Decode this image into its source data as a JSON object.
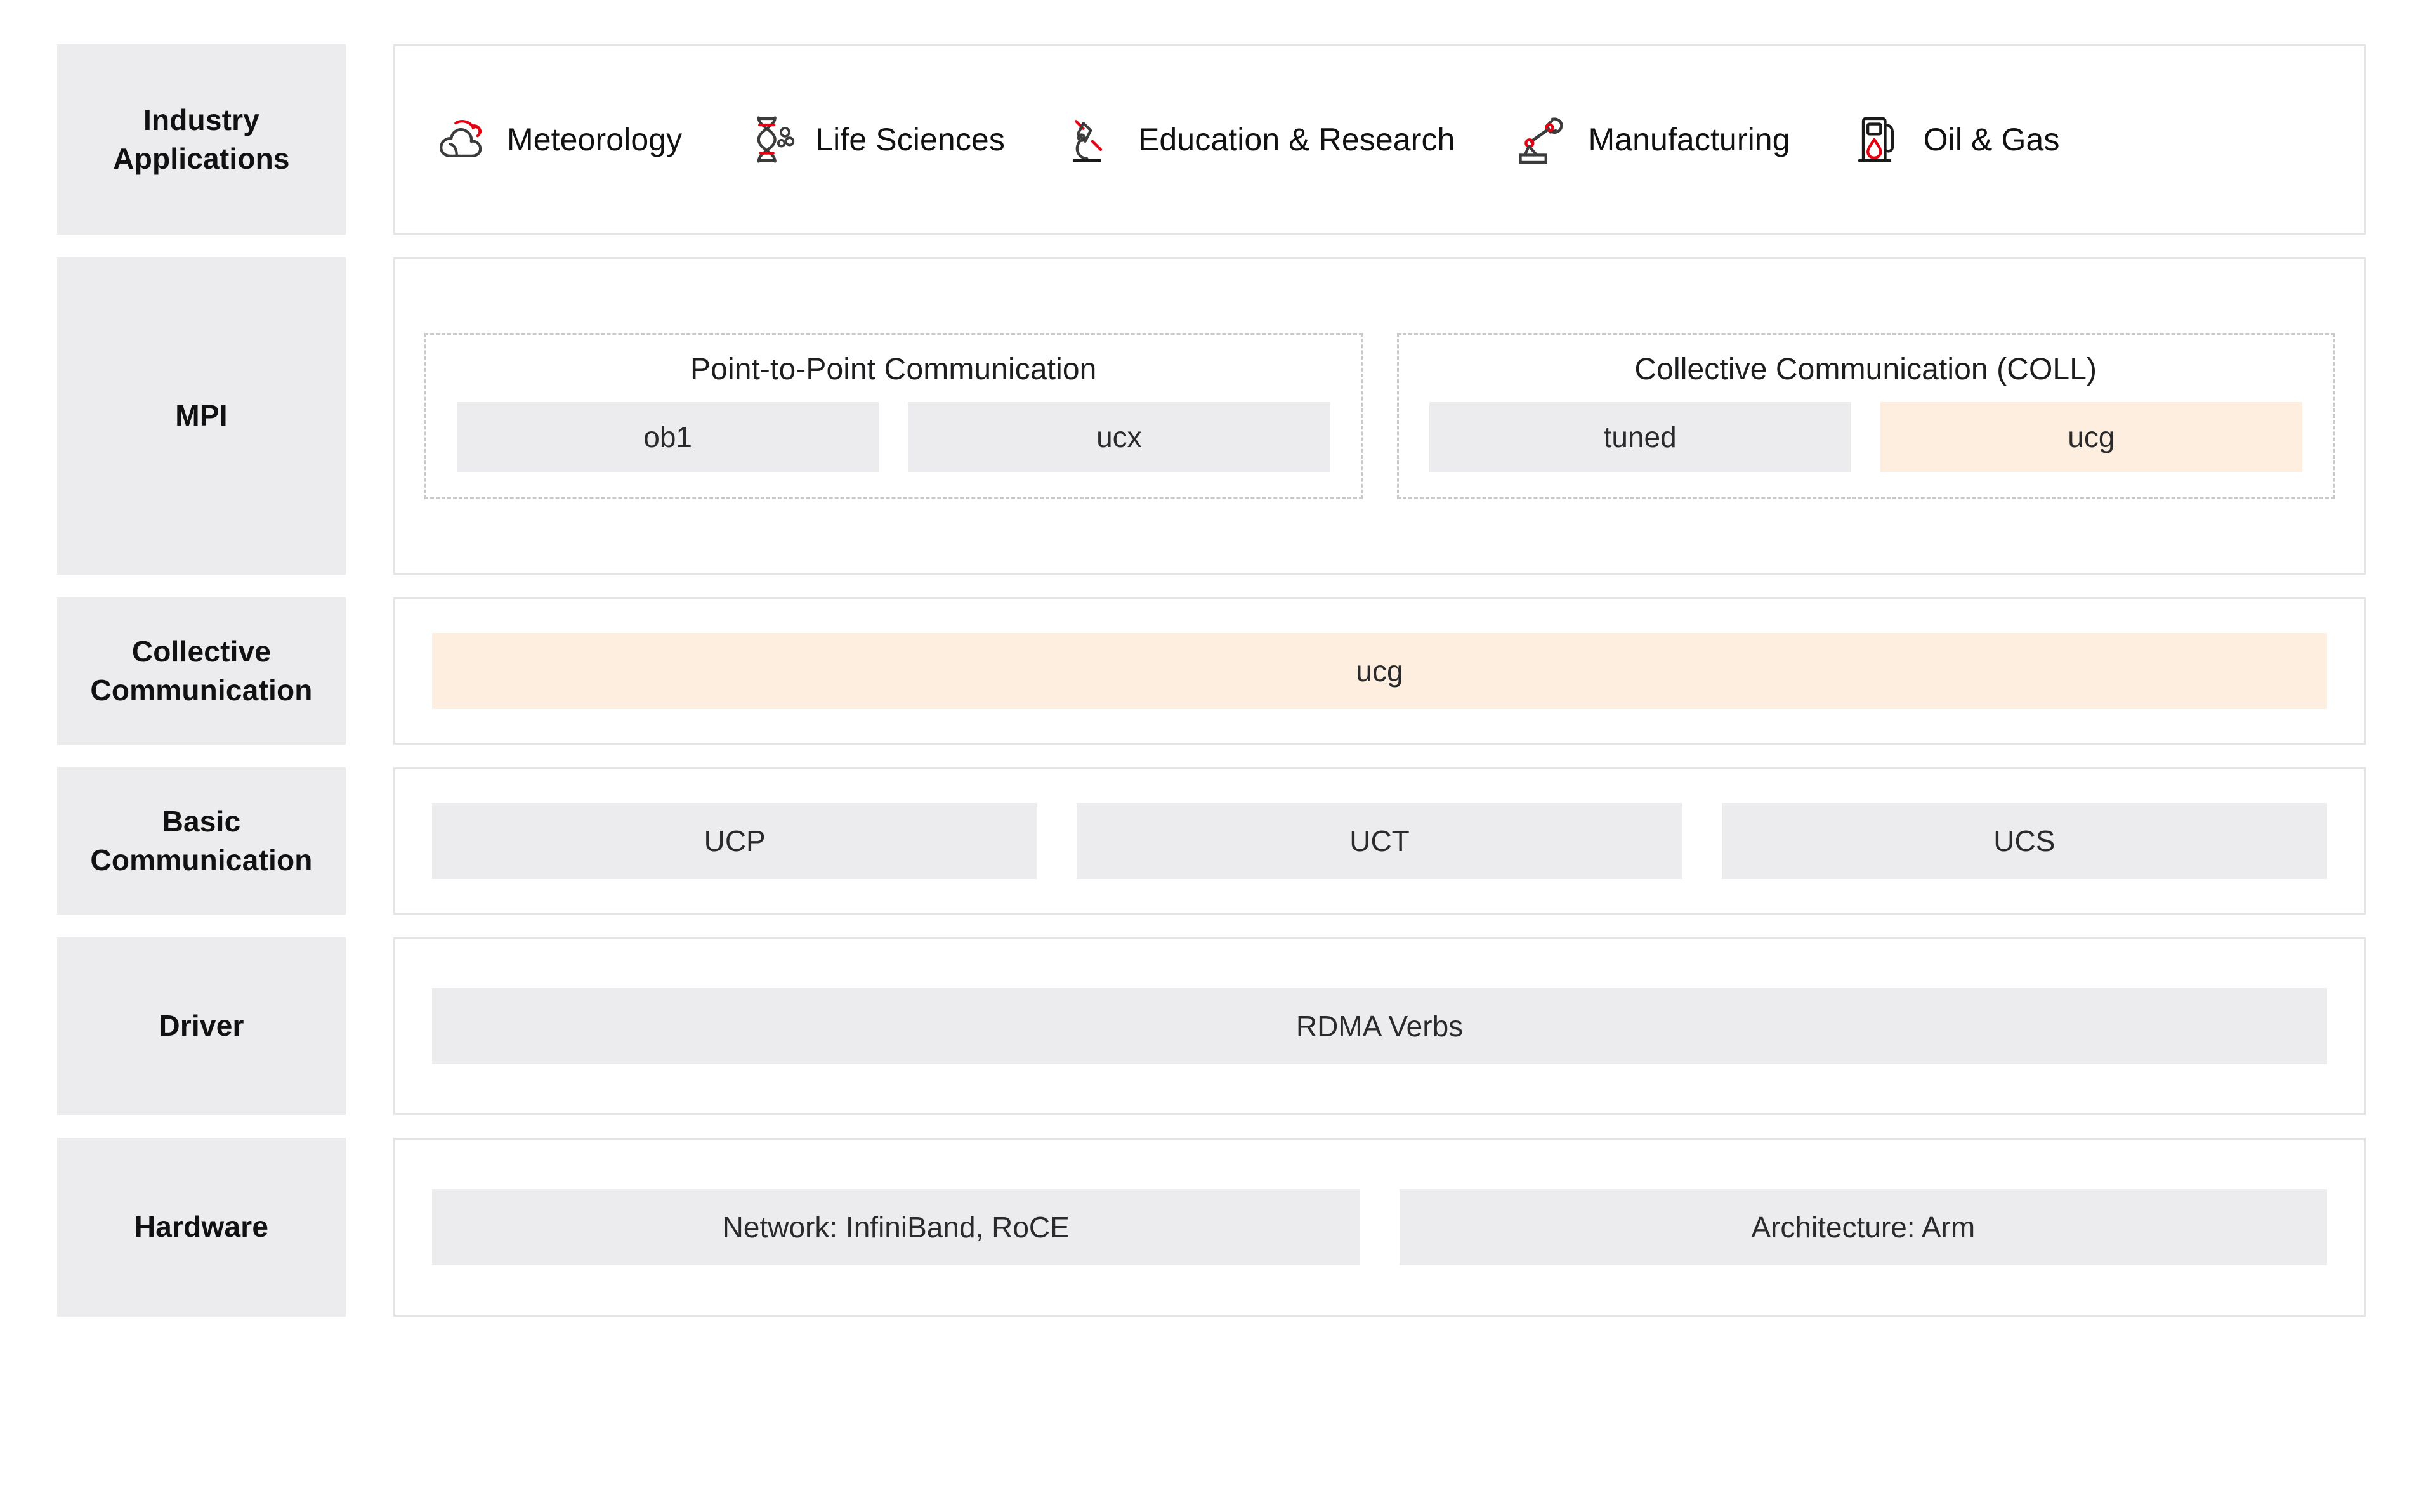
{
  "diagram": {
    "title": "UCG layered software stack architecture",
    "colors": {
      "label_bg": "#ECECEE",
      "box_bg": "#ECECEE",
      "highlight_bg": "#FDEEDF",
      "panel_border": "#E4E4E6",
      "dashed_border": "#C9C9CC",
      "icon_accent": "#E60012",
      "icon_stroke": "#3C3C3C",
      "text": "#111111"
    }
  },
  "layers": {
    "industry_applications": {
      "label_line1": "Industry",
      "label_line2": "Applications",
      "items": [
        {
          "icon": "cloud-icon",
          "label": "Meteorology"
        },
        {
          "icon": "dna-helix-icon",
          "label": "Life Sciences"
        },
        {
          "icon": "microscope-icon",
          "label": "Education & Research"
        },
        {
          "icon": "robot-arm-icon",
          "label": "Manufacturing"
        },
        {
          "icon": "fuel-pump-icon",
          "label": "Oil & Gas"
        }
      ]
    },
    "mpi": {
      "label": "MPI",
      "groups": [
        {
          "title": "Point-to-Point Communication",
          "boxes": [
            {
              "label": "ob1",
              "highlighted": false
            },
            {
              "label": "ucx",
              "highlighted": false
            }
          ]
        },
        {
          "title": "Collective Communication (COLL)",
          "boxes": [
            {
              "label": "tuned",
              "highlighted": false
            },
            {
              "label": "ucg",
              "highlighted": true
            }
          ]
        }
      ]
    },
    "collective_communication": {
      "label_line1": "Collective",
      "label_line2": "Communication",
      "bar": {
        "label": "ucg",
        "highlighted": true
      }
    },
    "basic_communication": {
      "label_line1": "Basic",
      "label_line2": "Communication",
      "boxes": [
        {
          "label": "UCP"
        },
        {
          "label": "UCT"
        },
        {
          "label": "UCS"
        }
      ]
    },
    "driver": {
      "label": "Driver",
      "bar": {
        "label": "RDMA Verbs",
        "highlighted": false
      }
    },
    "hardware": {
      "label": "Hardware",
      "boxes": [
        {
          "label": "Network: InfiniBand, RoCE"
        },
        {
          "label": "Architecture: Arm"
        }
      ]
    }
  }
}
